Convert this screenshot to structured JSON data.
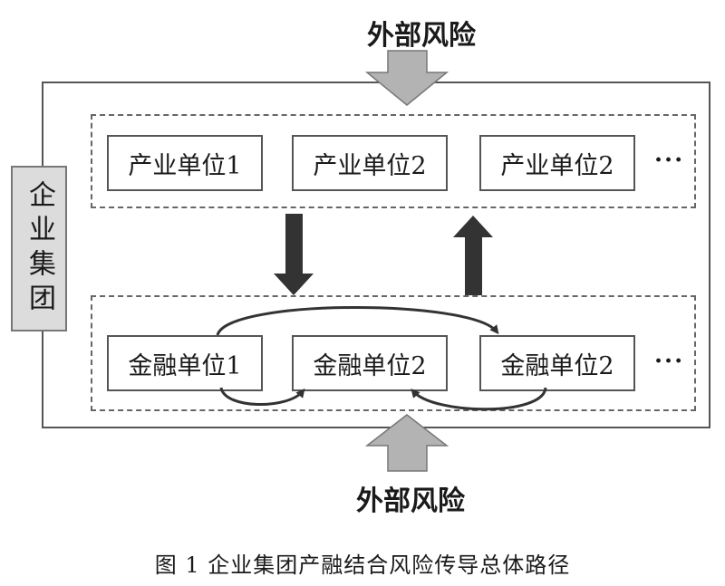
{
  "top_risk_label": "外部风险",
  "bottom_risk_label": "外部风险",
  "group_label": "企业集团",
  "industry_units": [
    "产业单位1",
    "产业单位2",
    "产业单位2"
  ],
  "finance_units": [
    "金融单位1",
    "金融单位2",
    "金融单位2"
  ],
  "ellipsis": "···",
  "caption": "图 1 企业集团产融结合风险传导总体路径",
  "colors": {
    "risk_arrow": "#b3b3b3",
    "group_fill": "#dcdcdc",
    "transfer_arrow": "#333333"
  }
}
